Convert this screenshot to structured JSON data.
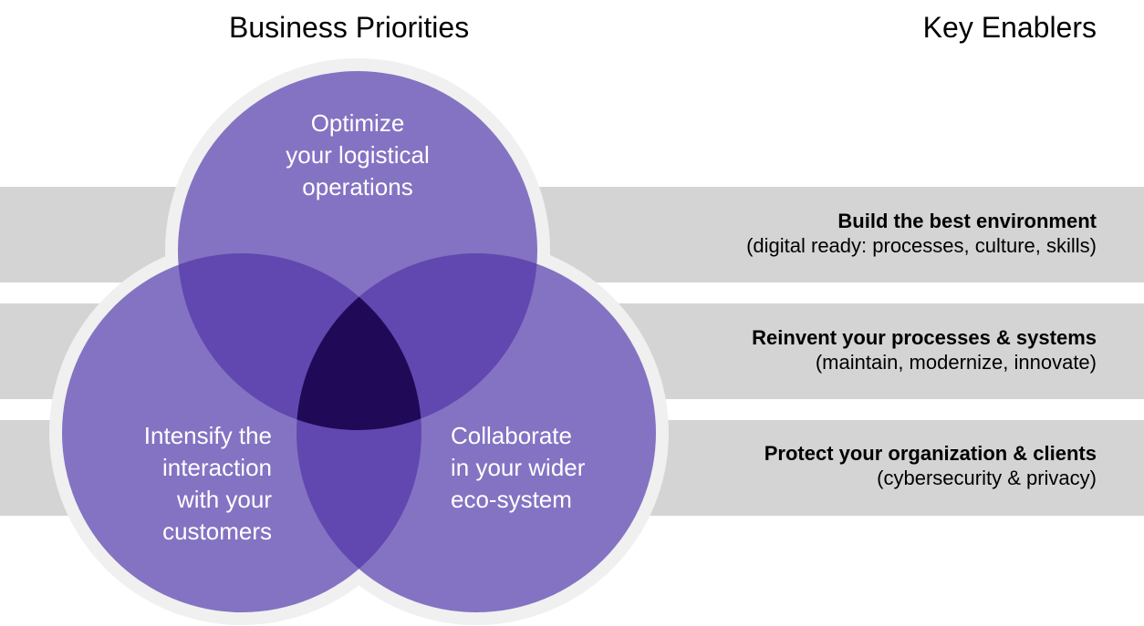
{
  "headings": {
    "business_priorities": "Business Priorities",
    "key_enablers": "Key Enablers"
  },
  "colors": {
    "circle_fill": "#6a55b5",
    "circle_opacity": 0.82,
    "double_overlap": "#6148b0",
    "triple_overlap": "#200a58",
    "halo": "#f0f0f0",
    "band": "#d4d4d4",
    "label_text": "#ffffff"
  },
  "circles": [
    {
      "id": "top",
      "lines": [
        "Optimize",
        "your logistical",
        "operations"
      ]
    },
    {
      "id": "left",
      "lines": [
        "Intensify the",
        "interaction",
        "with your",
        "customers"
      ]
    },
    {
      "id": "right",
      "lines": [
        "Collaborate",
        "in your wider",
        "eco-system"
      ]
    }
  ],
  "enablers": [
    {
      "title": "Build the best environment",
      "subtitle": "(digital ready: processes, culture, skills)"
    },
    {
      "title": "Reinvent your processes & systems",
      "subtitle": "(maintain, modernize, innovate)"
    },
    {
      "title": "Protect your organization & clients",
      "subtitle": "(cybersecurity & privacy)"
    }
  ]
}
